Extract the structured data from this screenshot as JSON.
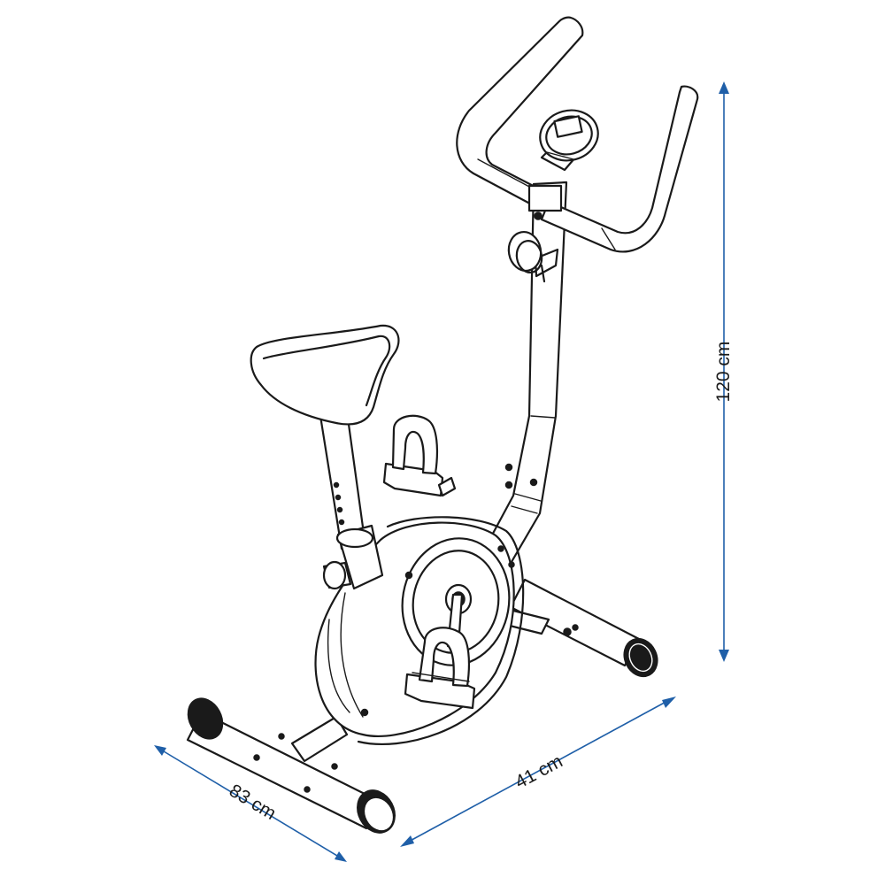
{
  "dimensions": {
    "height": "120 cm",
    "width": "41 cm",
    "length": "83 cm"
  },
  "colors": {
    "dimension_line": "#1f5fa8",
    "drawing": "#1a1a1a",
    "background": "#ffffff"
  }
}
